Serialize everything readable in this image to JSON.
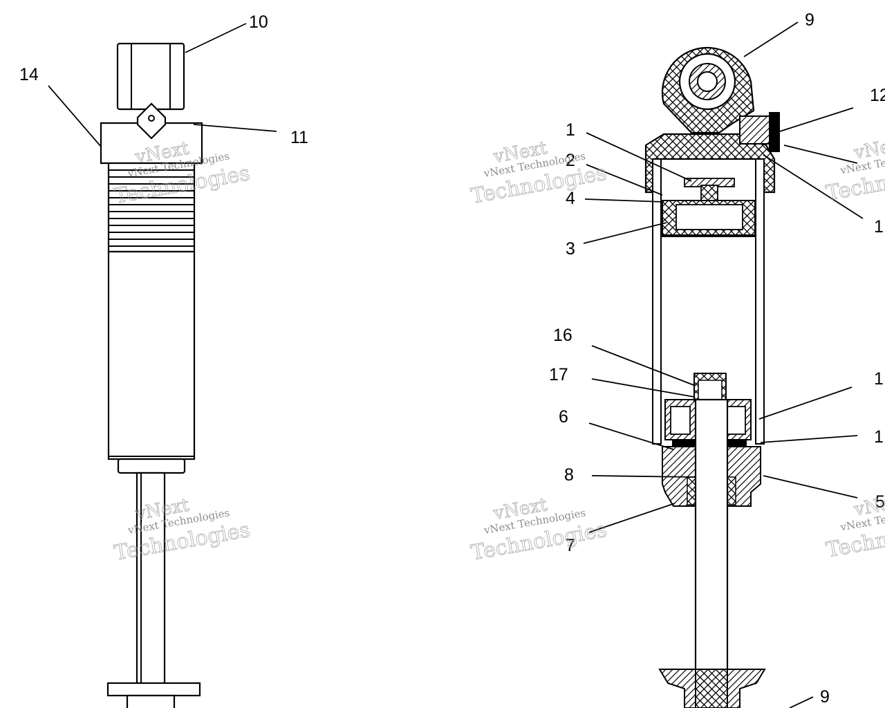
{
  "diagram": {
    "callouts": [
      {
        "id": "c10",
        "text": "10"
      },
      {
        "id": "c14",
        "text": "14"
      },
      {
        "id": "c11",
        "text": "11"
      },
      {
        "id": "c9a",
        "text": "9"
      },
      {
        "id": "c12",
        "text": "12"
      },
      {
        "id": "c1",
        "text": "1"
      },
      {
        "id": "c2",
        "text": "2"
      },
      {
        "id": "c4",
        "text": "4"
      },
      {
        "id": "c3",
        "text": "3"
      },
      {
        "id": "c1b",
        "text": "1"
      },
      {
        "id": "c16",
        "text": "16"
      },
      {
        "id": "c17",
        "text": "17"
      },
      {
        "id": "c6",
        "text": "6"
      },
      {
        "id": "c8",
        "text": "8"
      },
      {
        "id": "c7",
        "text": "7"
      },
      {
        "id": "c1c",
        "text": "1"
      },
      {
        "id": "c1d",
        "text": "1"
      },
      {
        "id": "c5",
        "text": "5"
      },
      {
        "id": "c9b",
        "text": "9"
      }
    ],
    "watermark": {
      "line1": "vNext Technologies",
      "outline_top": "vNext",
      "outline_bottom": "Technologies"
    }
  }
}
